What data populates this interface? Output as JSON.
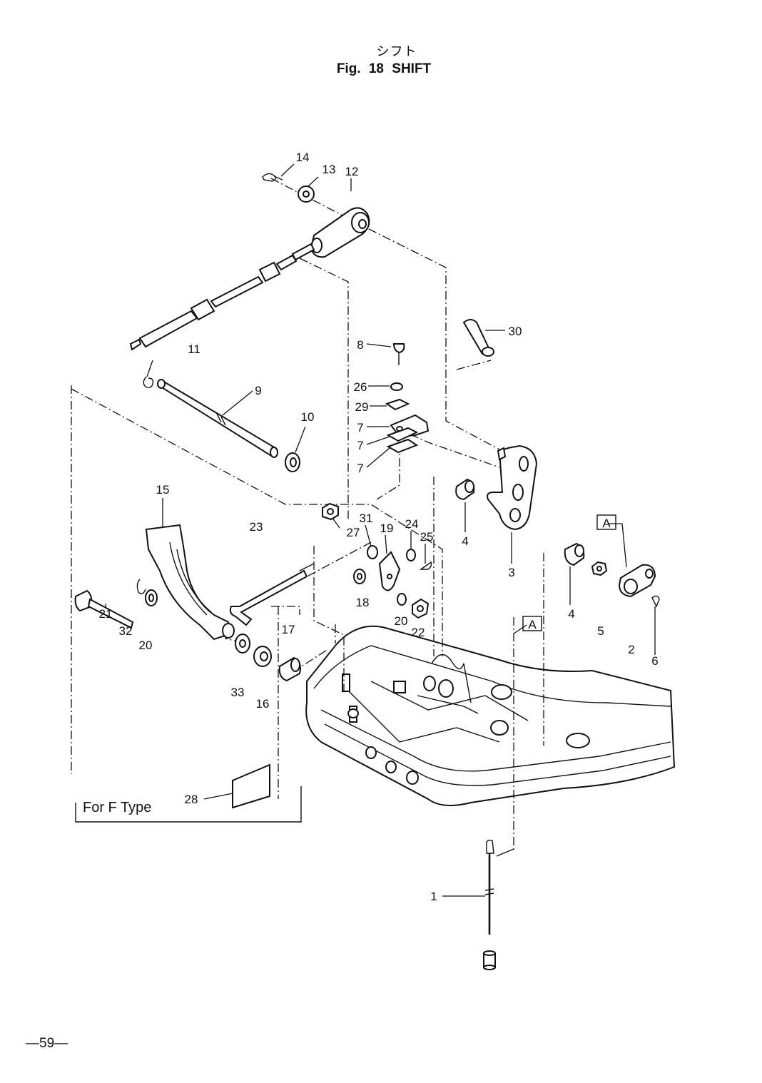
{
  "header": {
    "title_jp": "シフト",
    "title_en": "Fig. 18   SHIFT"
  },
  "callouts": {
    "p1": "1",
    "p2": "2",
    "p3": "3",
    "p4a": "4",
    "p4b": "4",
    "p5": "5",
    "p6": "6",
    "p7a": "7",
    "p7b": "7",
    "p7c": "7",
    "p8": "8",
    "p9": "9",
    "p10": "10",
    "p11": "11",
    "p12": "12",
    "p13": "13",
    "p14": "14",
    "p15": "15",
    "p16": "16",
    "p17": "17",
    "p18": "18",
    "p19": "19",
    "p20a": "20",
    "p20b": "20",
    "p21": "21",
    "p22": "22",
    "p23": "23",
    "p24": "24",
    "p25": "25",
    "p26": "26",
    "p27": "27",
    "p28": "28",
    "p29": "29",
    "p30": "30",
    "p31": "31",
    "p32": "32",
    "p33": "33"
  },
  "reference_marks": {
    "a1": "A",
    "a2": "A"
  },
  "notes": {
    "f_type": "For  F  Type"
  },
  "footer": {
    "page_number": "—59—"
  }
}
